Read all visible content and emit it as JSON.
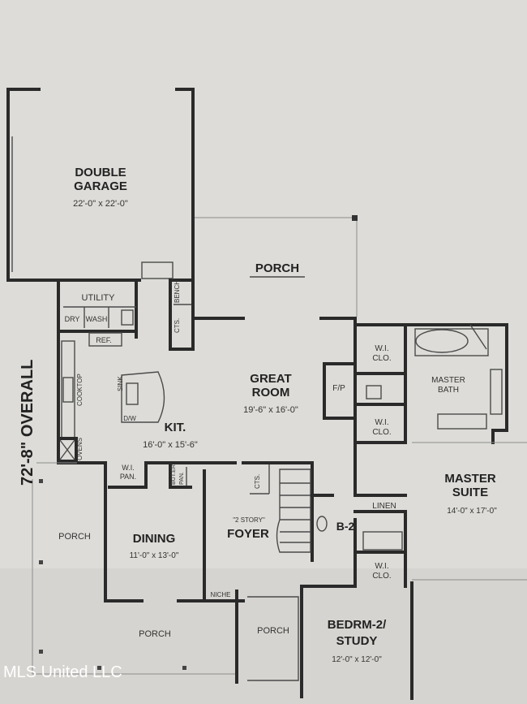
{
  "plan": {
    "overall_dimension": "72'-8\" OVERALL",
    "rooms": {
      "garage_name_1": "DOUBLE",
      "garage_name_2": "GARAGE",
      "garage_dim": "22'-0\" x 22'-0\"",
      "porch_rear": "PORCH",
      "utility": "UTILITY",
      "dry": "DRY",
      "wash": "WASH",
      "ref": "REF.",
      "bench": "BENCH",
      "cts_1": "CTS.",
      "great_room_1": "GREAT",
      "great_room_2": "ROOM",
      "great_room_dim": "19'-6\" x 16'-0\"",
      "fp": "F/P",
      "wi_clo": "W.I.",
      "clo": "CLO.",
      "master_bath_1": "MASTER",
      "master_bath_2": "BATH",
      "cooktop": "COOKTOP",
      "ovens": "OVENS",
      "sink": "SINK",
      "dw": "D/W",
      "kit": "KIT.",
      "kit_dim": "16'-0\" x 15'-6\"",
      "master_suite_1": "MASTER",
      "master_suite_2": "SUITE",
      "master_suite_dim": "14'-0\" x 17'-0\"",
      "wi_pan_1": "W.I.",
      "wi_pan_2": "PAN.",
      "butler_pan_1": "BUT.ER",
      "butler_pan_2": "PAN.",
      "cts_2": "CTS.",
      "two_story": "\"2 STORY\"",
      "foyer": "FOYER",
      "porch_left": "PORCH",
      "dining": "DINING",
      "dining_dim": "11'-0\" x 13'-0\"",
      "b2": "B-2",
      "linen": "LINEN",
      "niche": "NICHE",
      "porch_front": "PORCH",
      "porch_entry": "PORCH",
      "bedroom_1": "BEDRM-2/",
      "bedroom_2": "STUDY",
      "bedroom_dim": "12'-0\" x 12'-0\""
    }
  },
  "watermark": "MLS United LLC"
}
